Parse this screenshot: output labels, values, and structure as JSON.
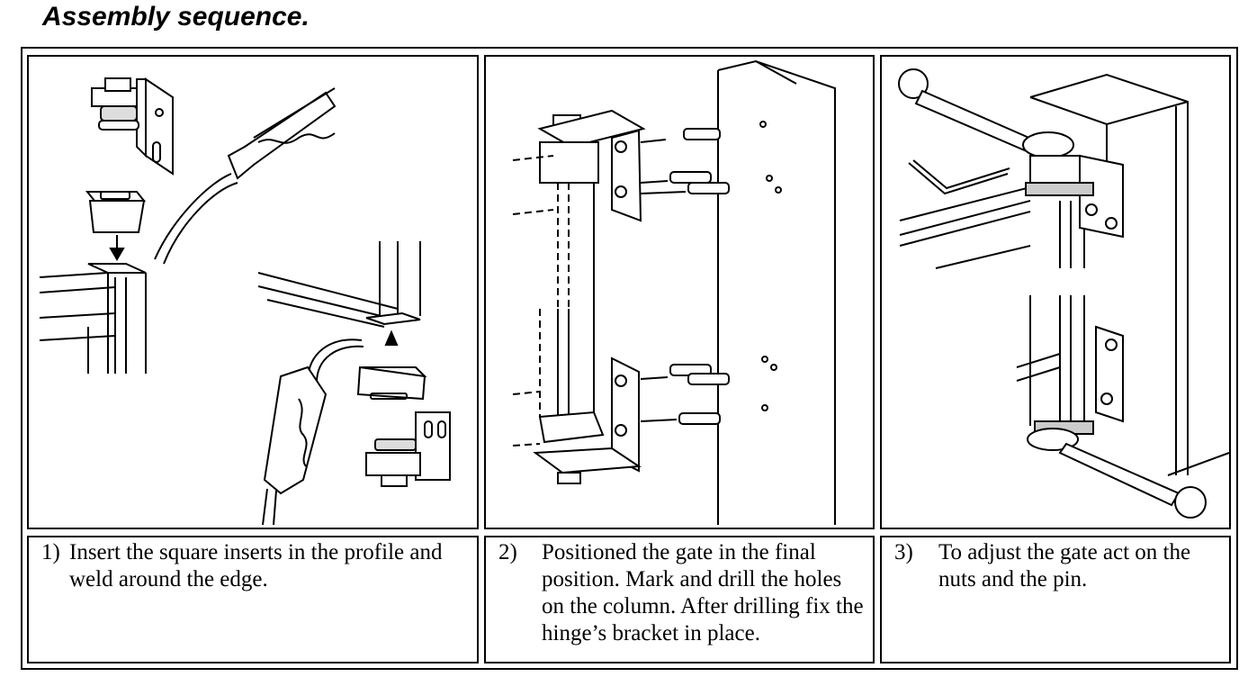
{
  "title": "Assembly sequence.",
  "steps": [
    {
      "number": "1)",
      "text": "Insert the square inserts in the profile  and weld around the edge."
    },
    {
      "number": "2)",
      "text": "Positioned the gate in the final position. Mark and drill the holes on the column. After drilling fix the hinge’s bracket in place."
    },
    {
      "number": "3)",
      "text": "To adjust the gate act on the nuts and the pin."
    }
  ]
}
